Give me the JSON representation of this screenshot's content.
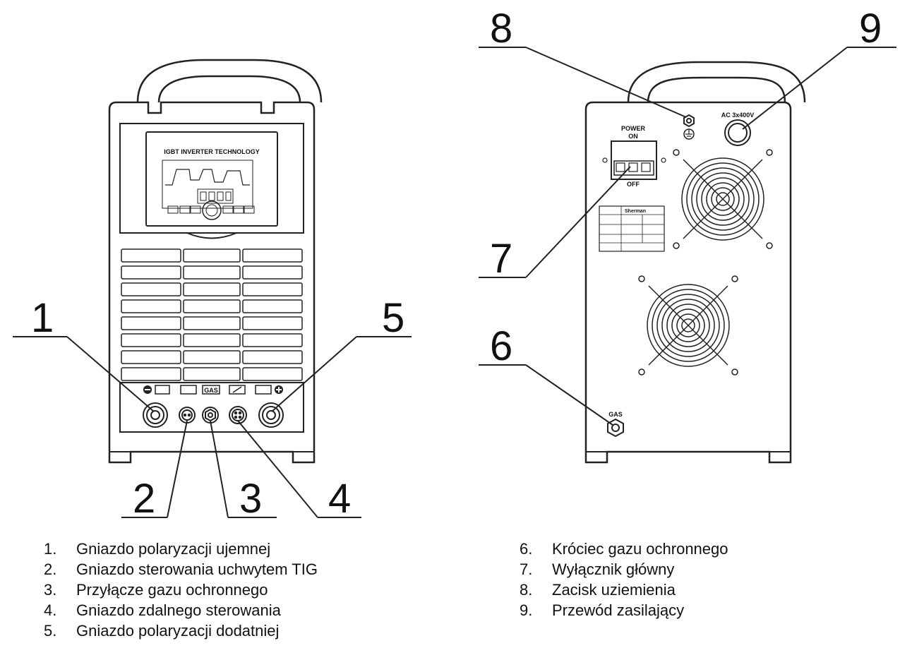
{
  "callouts": [
    "1",
    "2",
    "3",
    "4",
    "5",
    "6",
    "7",
    "8",
    "9"
  ],
  "front_panel": {
    "display_title": "IGBT INVERTER TECHNOLOGY",
    "gas_label": "GAS"
  },
  "rear_panel": {
    "power_label": "POWER",
    "on_label": "ON",
    "off_label": "OFF",
    "supply_label": "AC 3x400V",
    "gas_label": "GAS",
    "rating_plate_brand": "Sherman"
  },
  "legend_left": [
    {
      "num": "1.",
      "text": "Gniazdo polaryzacji ujemnej"
    },
    {
      "num": "2.",
      "text": "Gniazdo sterowania uchwytem TIG"
    },
    {
      "num": "3.",
      "text": "Przyłącze gazu ochronnego"
    },
    {
      "num": "4.",
      "text": "Gniazdo zdalnego sterowania"
    },
    {
      "num": "5.",
      "text": "Gniazdo polaryzacji dodatniej"
    }
  ],
  "legend_right": [
    {
      "num": "6.",
      "text": "Króciec gazu ochronnego"
    },
    {
      "num": "7.",
      "text": "Wyłącznik główny"
    },
    {
      "num": "8.",
      "text": "Zacisk uziemienia"
    },
    {
      "num": "9.",
      "text": "Przewód zasilający"
    }
  ]
}
